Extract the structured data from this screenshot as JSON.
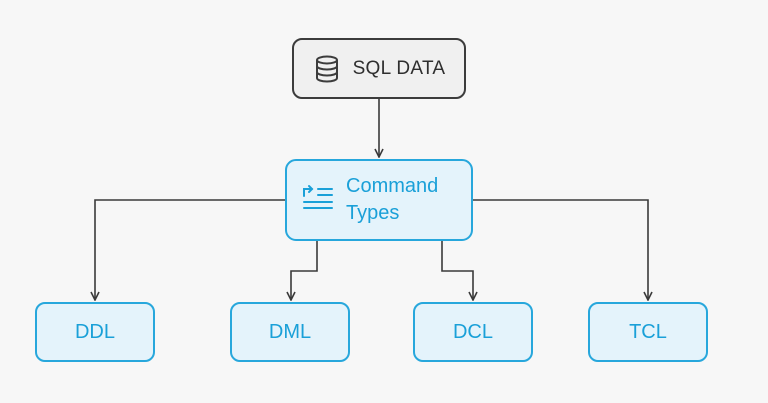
{
  "root": {
    "label": "SQL DATA",
    "icon": "database-icon"
  },
  "command_types": {
    "line1": "Command",
    "line2": "Types",
    "icon": "list-arrow-icon"
  },
  "leaves": [
    "DDL",
    "DML",
    "DCL",
    "TCL"
  ],
  "colors": {
    "accent": "#27a7dc",
    "accent_text": "#1aa0d8",
    "accent_fill": "#e4f3fb",
    "root_border": "#3c3c3c",
    "root_fill": "#f0f0f0",
    "connector": "#3a3a3a",
    "background": "#f7f7f7"
  }
}
